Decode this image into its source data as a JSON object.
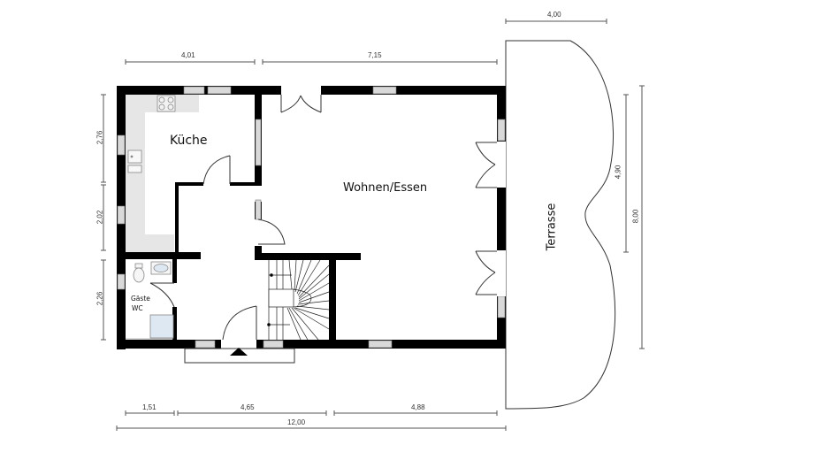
{
  "rooms": {
    "kitchen": "Küche",
    "living": "Wohnen/Essen",
    "guest_wc_line1": "Gäste",
    "guest_wc_line2": "WC",
    "terrace": "Terrasse"
  },
  "dimensions": {
    "top": [
      "4,01",
      "7,15"
    ],
    "terrace_top": "4,00",
    "left": [
      "2,76",
      "2,02",
      "2,26"
    ],
    "right_inner": "4,90",
    "right_outer": "8,00",
    "bottom": [
      "1,51",
      "4,65",
      "4,88"
    ],
    "bottom_total": "12,00"
  },
  "colors": {
    "wall": "#000000",
    "kitchen_counter": "#e6e6e6",
    "window_fill": "#d0d0d0",
    "shower_fill": "#dde8f2",
    "dim_line": "#555555"
  },
  "icons": {
    "entrance": "entrance-arrow-icon"
  }
}
